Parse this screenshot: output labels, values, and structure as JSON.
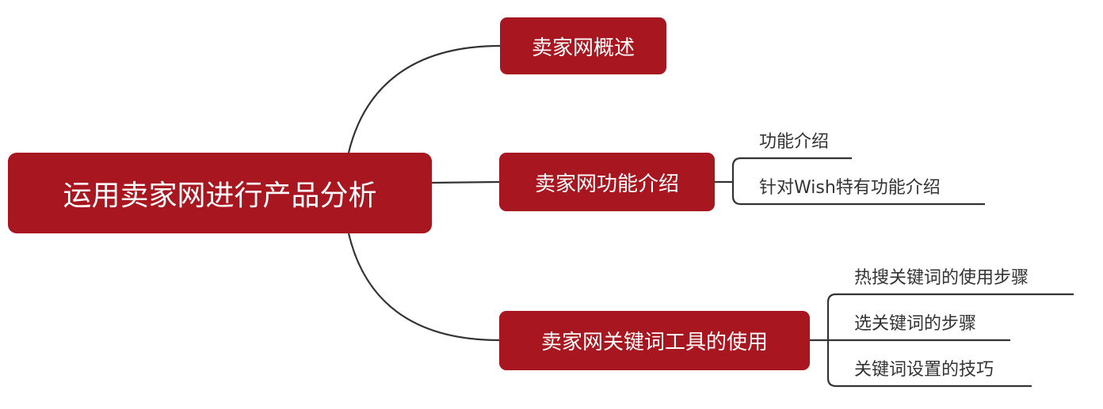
{
  "root": {
    "label": "运用卖家网进行产品分析"
  },
  "branches": [
    {
      "label": "卖家网概述",
      "children": []
    },
    {
      "label": "卖家网功能介绍",
      "children": [
        "功能介绍",
        "针对Wish特有功能介绍"
      ]
    },
    {
      "label": "卖家网关键词工具的使用",
      "children": [
        "热搜关键词的使用步骤",
        "选关键词的步骤",
        "关键词设置的技巧"
      ]
    }
  ],
  "colors": {
    "node": "#a8161f",
    "line": "#333333"
  }
}
